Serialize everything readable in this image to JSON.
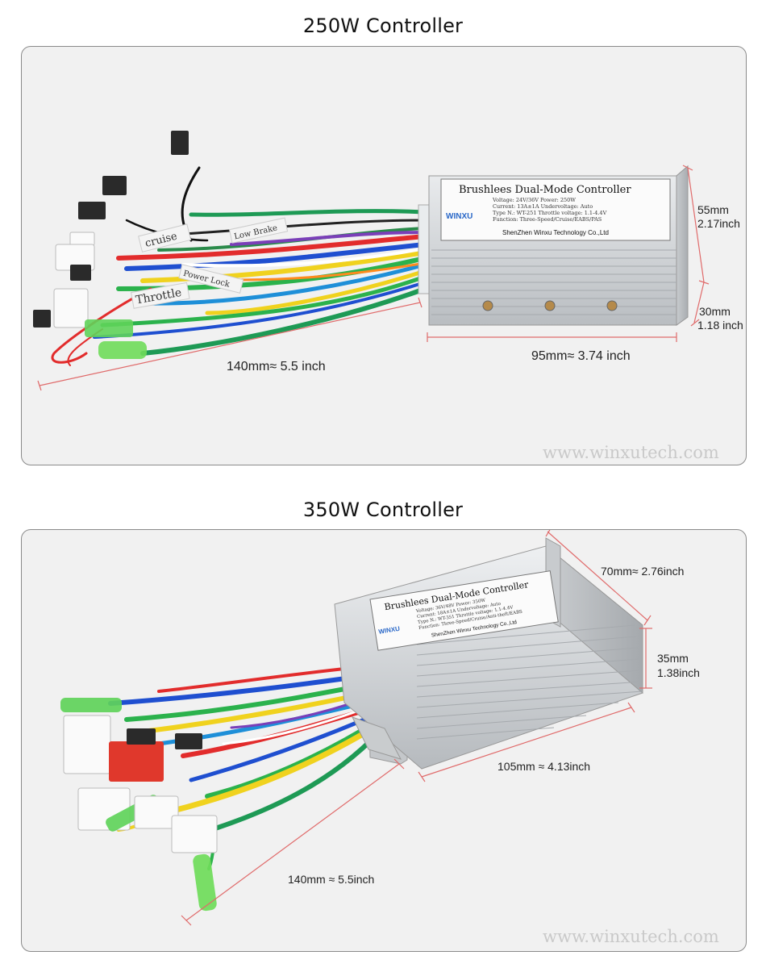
{
  "sections": [
    {
      "title": "250W Controller",
      "label": {
        "heading": "Brushlees Dual-Mode Controller",
        "brand": "WINXU",
        "spec_line_1": "Voltage: 24V/36V    Power: 250W",
        "spec_line_2": "Current: 13A±1A    Undervoltage: Auto",
        "spec_line_3": "Type N.: WT-251    Throttle voltage: 1.1-4.4V",
        "spec_line_4": "Function: Three-Speed/Cruise/EABS/PAS",
        "company": "ShenZhen Winxu Technology Co.,Ltd"
      },
      "wire_tags": [
        "cruise",
        "Low Brake",
        "Throttle",
        "Power Lock"
      ],
      "dimensions": {
        "height": "55mm",
        "height_inch": "2.17inch",
        "depth": "30mm",
        "depth_inch": "1.18 inch",
        "body_length": "95mm≈ 3.74 inch",
        "wire_length": "140mm≈ 5.5 inch"
      },
      "watermark": "www.winxutech.com"
    },
    {
      "title": "350W Controller",
      "label": {
        "heading": "Brushlees Dual-Mode Controller",
        "brand": "WINXU",
        "spec_line_1": "Voltage: 36V/48V    Power: 350W",
        "spec_line_2": "Current: 18A±1A    Undervoltage: Auto",
        "spec_line_3": "Type N.: WT-351    Throttle voltage: 1.1-4.4V",
        "spec_line_4": "Function: Three-Speed/Cruise/Anti-theft/EABS",
        "company": "ShenZhen Winxu Technology Co.,Ltd"
      },
      "dimensions": {
        "width": "70mm≈ 2.76inch",
        "height": "35mm",
        "height_inch": "1.38inch",
        "body_length": "105mm ≈ 4.13inch",
        "wire_length": "140mm ≈ 5.5inch"
      },
      "watermark": "www.winxutech.com"
    }
  ],
  "colors": {
    "panel_bg": "#f1f1f1",
    "panel_border": "#8a8a8a",
    "dimension_line": "#e06b6b",
    "housing": "#d7d9db",
    "watermark": "#c9c9c9"
  }
}
